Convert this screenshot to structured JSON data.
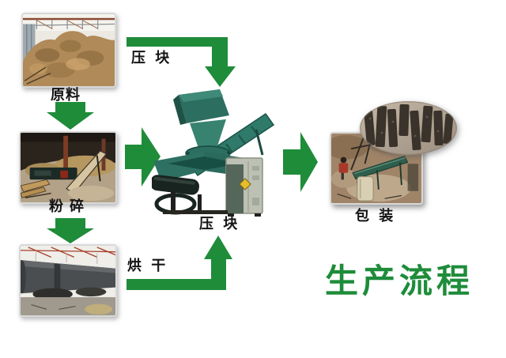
{
  "title": "生产流程",
  "labels": {
    "raw_material": "原料",
    "crushing": "粉碎",
    "drying": "烘 干",
    "briquetting_top": "压 块",
    "briquetting_bottom": "压 块",
    "packing": "包 装"
  },
  "photos": {
    "raw_material": "straw-pile-warehouse-photo",
    "crushing": "crusher-conveyor-shed-photo",
    "drying": "rotary-drum-dryer-photo",
    "briquetting_machine": "briquetting-press-machine-photo",
    "packing": "packing-conveyor-worker-photo",
    "briquettes_oval": "charcoal-briquettes-oval-photo"
  },
  "colors": {
    "arrow_green": "#1f8c3a",
    "title_green": "#1e8c3a",
    "label_black": "#141414",
    "background": "#ffffff"
  }
}
